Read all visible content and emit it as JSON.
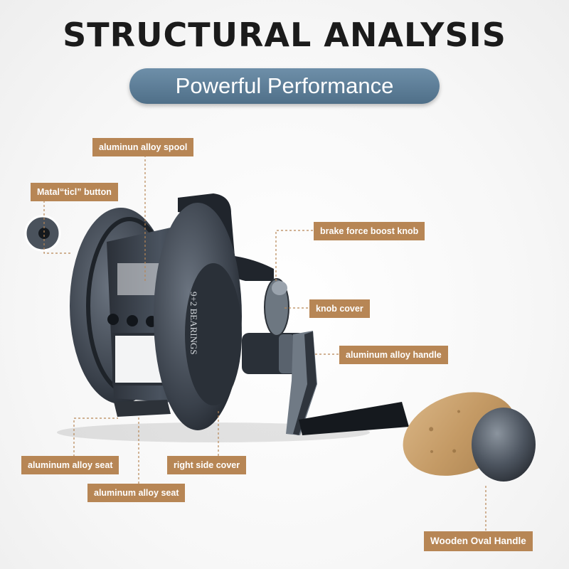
{
  "header": {
    "title": "STRUCTURAL ANALYSIS",
    "subtitle": "Powerful Performance"
  },
  "reel": {
    "side_marking": "9+2 BEARINGS"
  },
  "labels": {
    "spool": "aluminun alloy spool",
    "button": "Matal“ticl” button",
    "brake_knob": "brake force boost knob",
    "knob_cover": "knob cover",
    "handle": "aluminum alloy handle",
    "seat_left": "aluminum alloy seat",
    "right_cover": "right side cover",
    "seat_bottom": "aluminum alloy seat",
    "wooden_handle": "Wooden Oval Handle"
  },
  "colors": {
    "label_bg": "#b78655",
    "subtitle_bg": "#5b7d97",
    "title": "#1b1b1b",
    "cork": "#c9a16f",
    "reel_body": "#3f4752"
  }
}
